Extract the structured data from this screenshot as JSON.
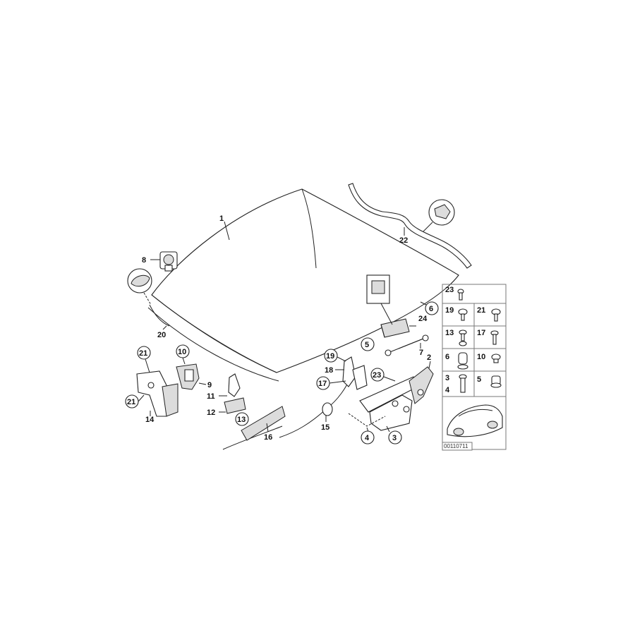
{
  "labels": {
    "l1": "1",
    "l2": "2",
    "l3": "3",
    "l4": "4",
    "l5": "5",
    "l6": "6",
    "l7": "7",
    "l8": "8",
    "l9": "9",
    "l10": "10",
    "l11": "11",
    "l12": "12",
    "l13": "13",
    "l14": "14",
    "l15": "15",
    "l16": "16",
    "l17": "17",
    "l18": "18",
    "l19": "19",
    "l20": "20",
    "l21a": "21",
    "l21b": "21",
    "l22": "22",
    "l23": "23",
    "l24": "24"
  },
  "legend": {
    "r1c1": "23",
    "r2c1": "19",
    "r2c2": "21",
    "r3c1": "13",
    "r3c2": "17",
    "r4c1": "6",
    "r4c2": "10",
    "r5c1a": "3",
    "r5c1b": "4",
    "r5c2": "5"
  },
  "diagram_code": "00110711"
}
